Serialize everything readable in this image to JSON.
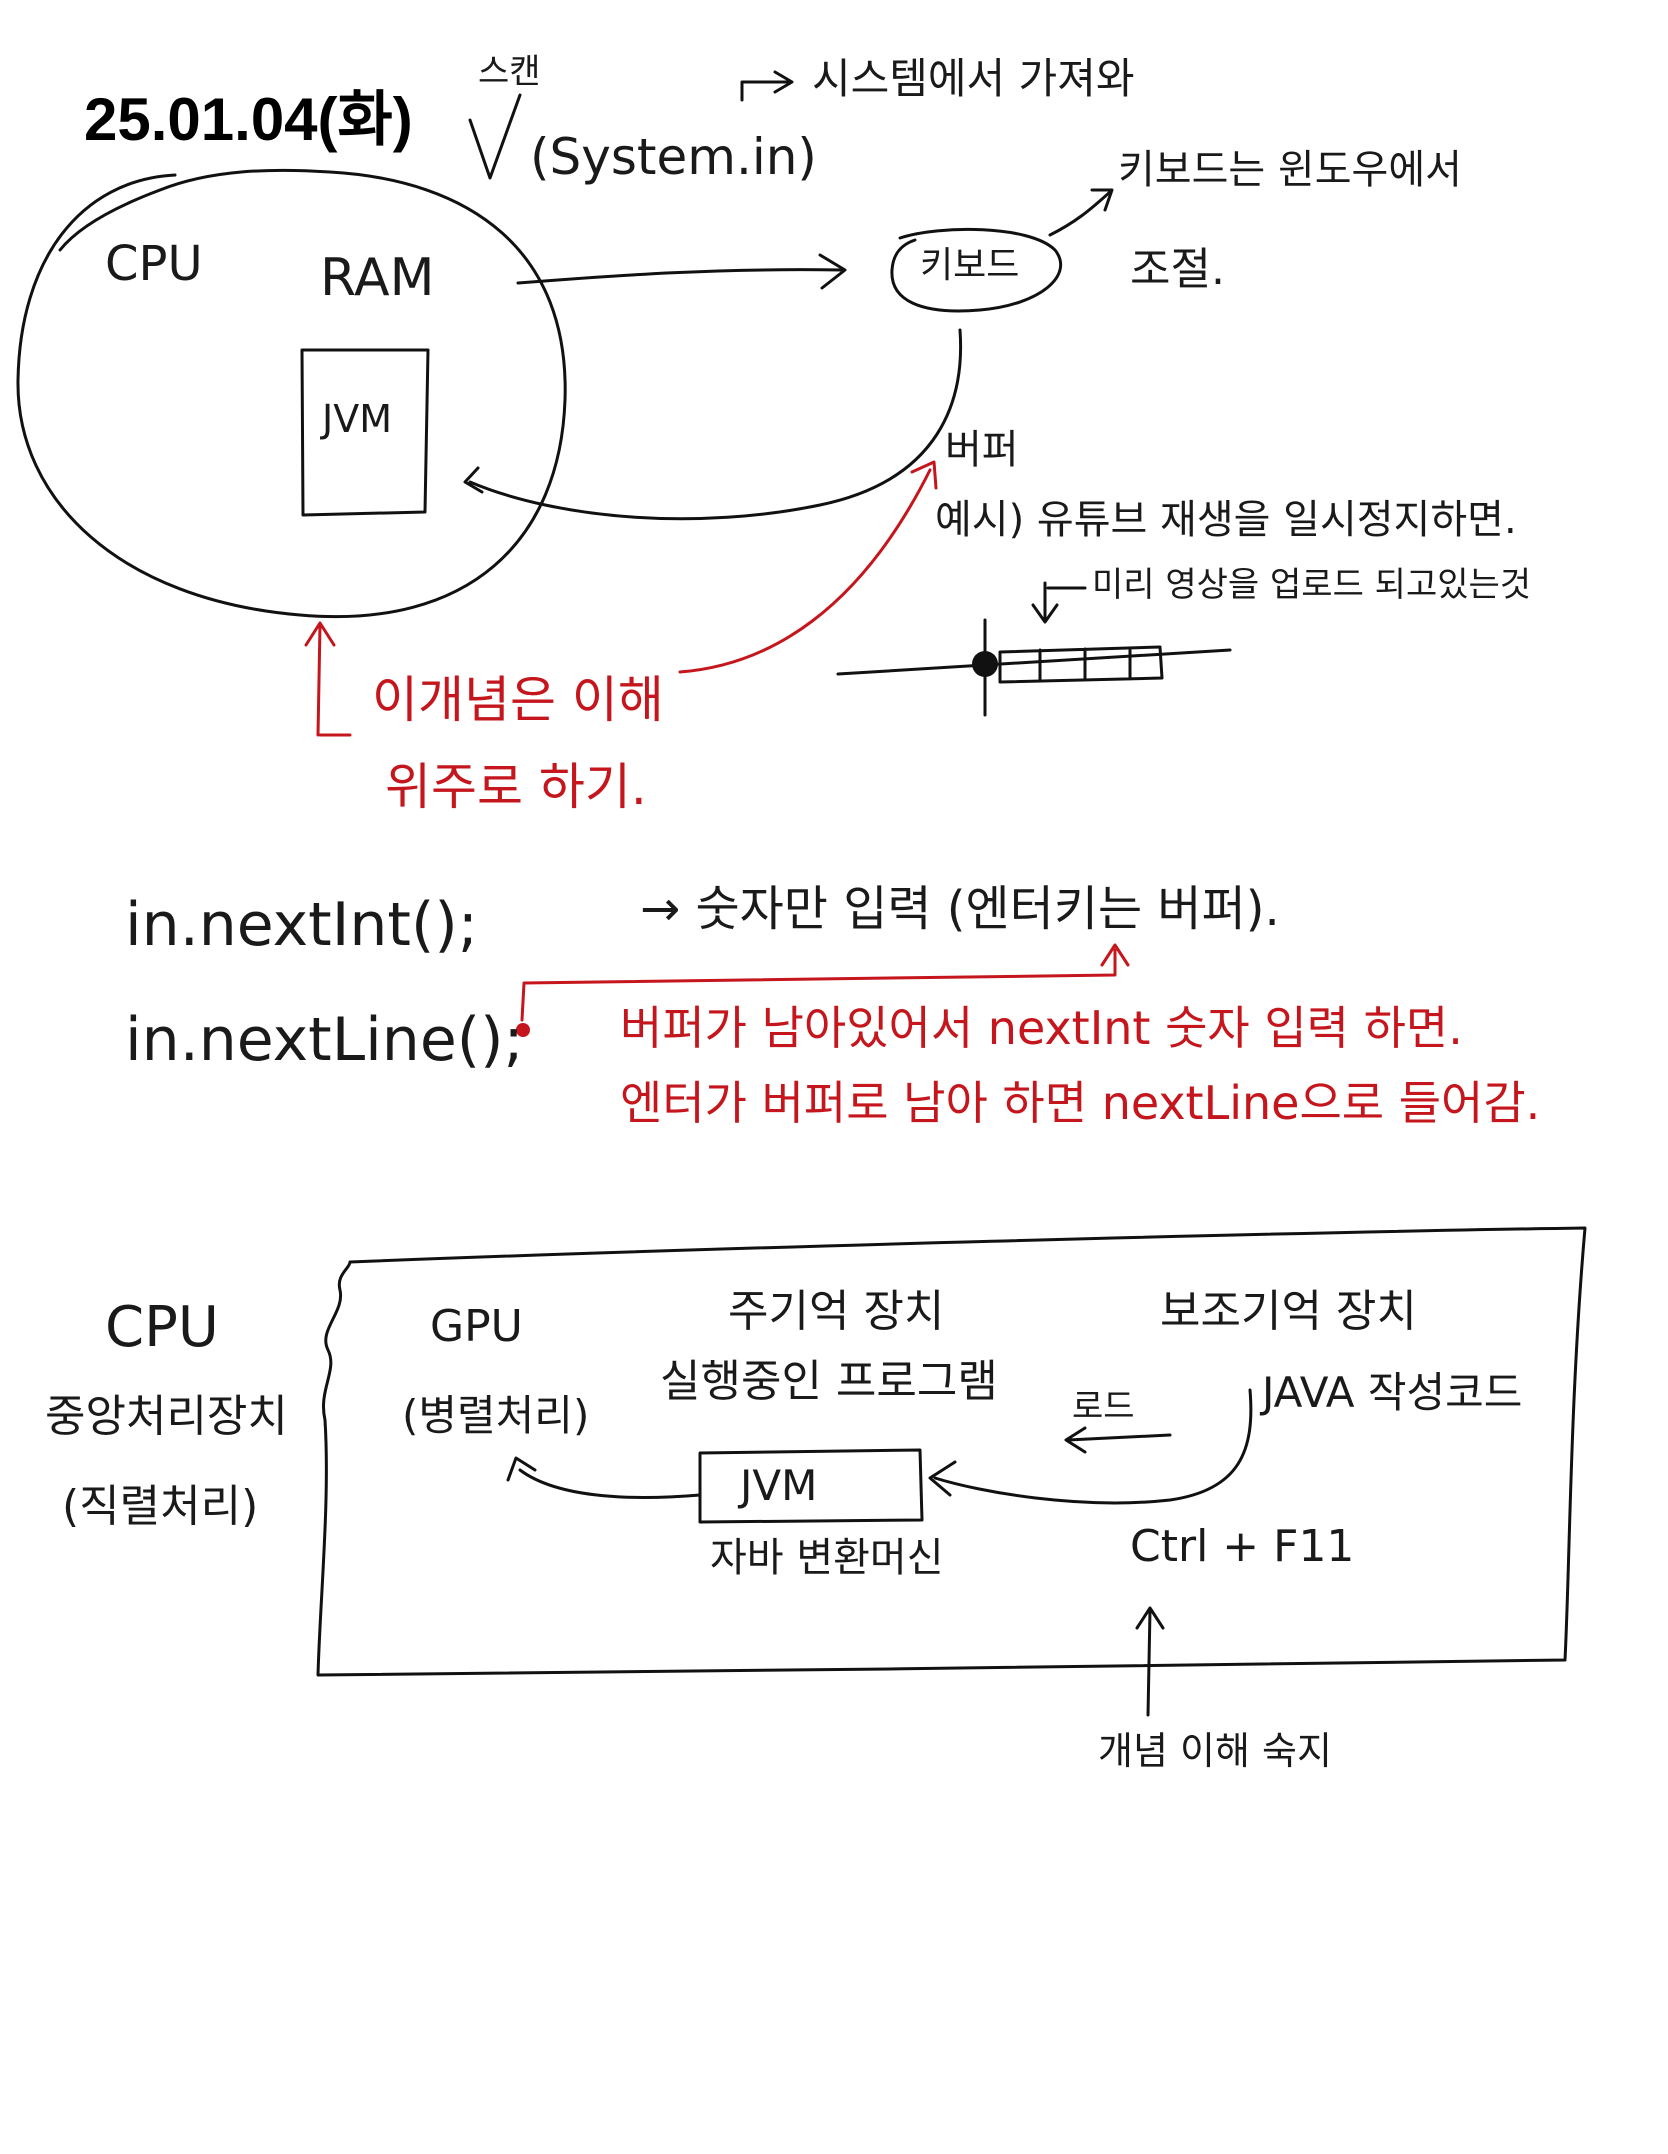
{
  "title": "25.01.04(화)",
  "top": {
    "scan_label": "스캔",
    "system_in": "(System.in)",
    "from_system": "시스템에서 가져와",
    "keyboard": "키보드",
    "keyboard_note": "키보드는 윈도우에서",
    "keyboard_note2": "조절.",
    "cpu": "CPU",
    "ram": "RAM",
    "jvm": "JVM",
    "buffer": "버퍼",
    "youtube_example": "예시) 유튜브 재생을 일시정지하면.",
    "preload": "미리 영상을 업로드 되고있는것",
    "red_note1": "이개념은 이해",
    "red_note2": "위주로 하기."
  },
  "methods": {
    "next_int": "in.nextInt();",
    "next_int_desc": "→ 숫자만 입력 (엔터키는 버퍼).",
    "next_line": "in.nextLine();",
    "red_line1": "버퍼가 남아있어서 nextInt 숫자 입력 하면.",
    "red_line2": "엔터가 버퍼로 남아 하면 nextLine으로 들어감."
  },
  "bottom": {
    "cpu": "CPU",
    "cpu_desc": "중앙처리장치",
    "cpu_desc2": "(직렬처리)",
    "gpu": "GPU",
    "gpu_desc": "(병렬처리)",
    "main_memory": "주기억 장치",
    "running_program": "실행중인 프로그램",
    "jvm": "JVM",
    "java_converter": "자바 변환머신",
    "aux_memory": "보조기억 장치",
    "java_code": "JAVA 작성코드",
    "load": "로드",
    "ctrl_f11": "Ctrl + F11",
    "concept_note": "개념 이해 숙지"
  }
}
